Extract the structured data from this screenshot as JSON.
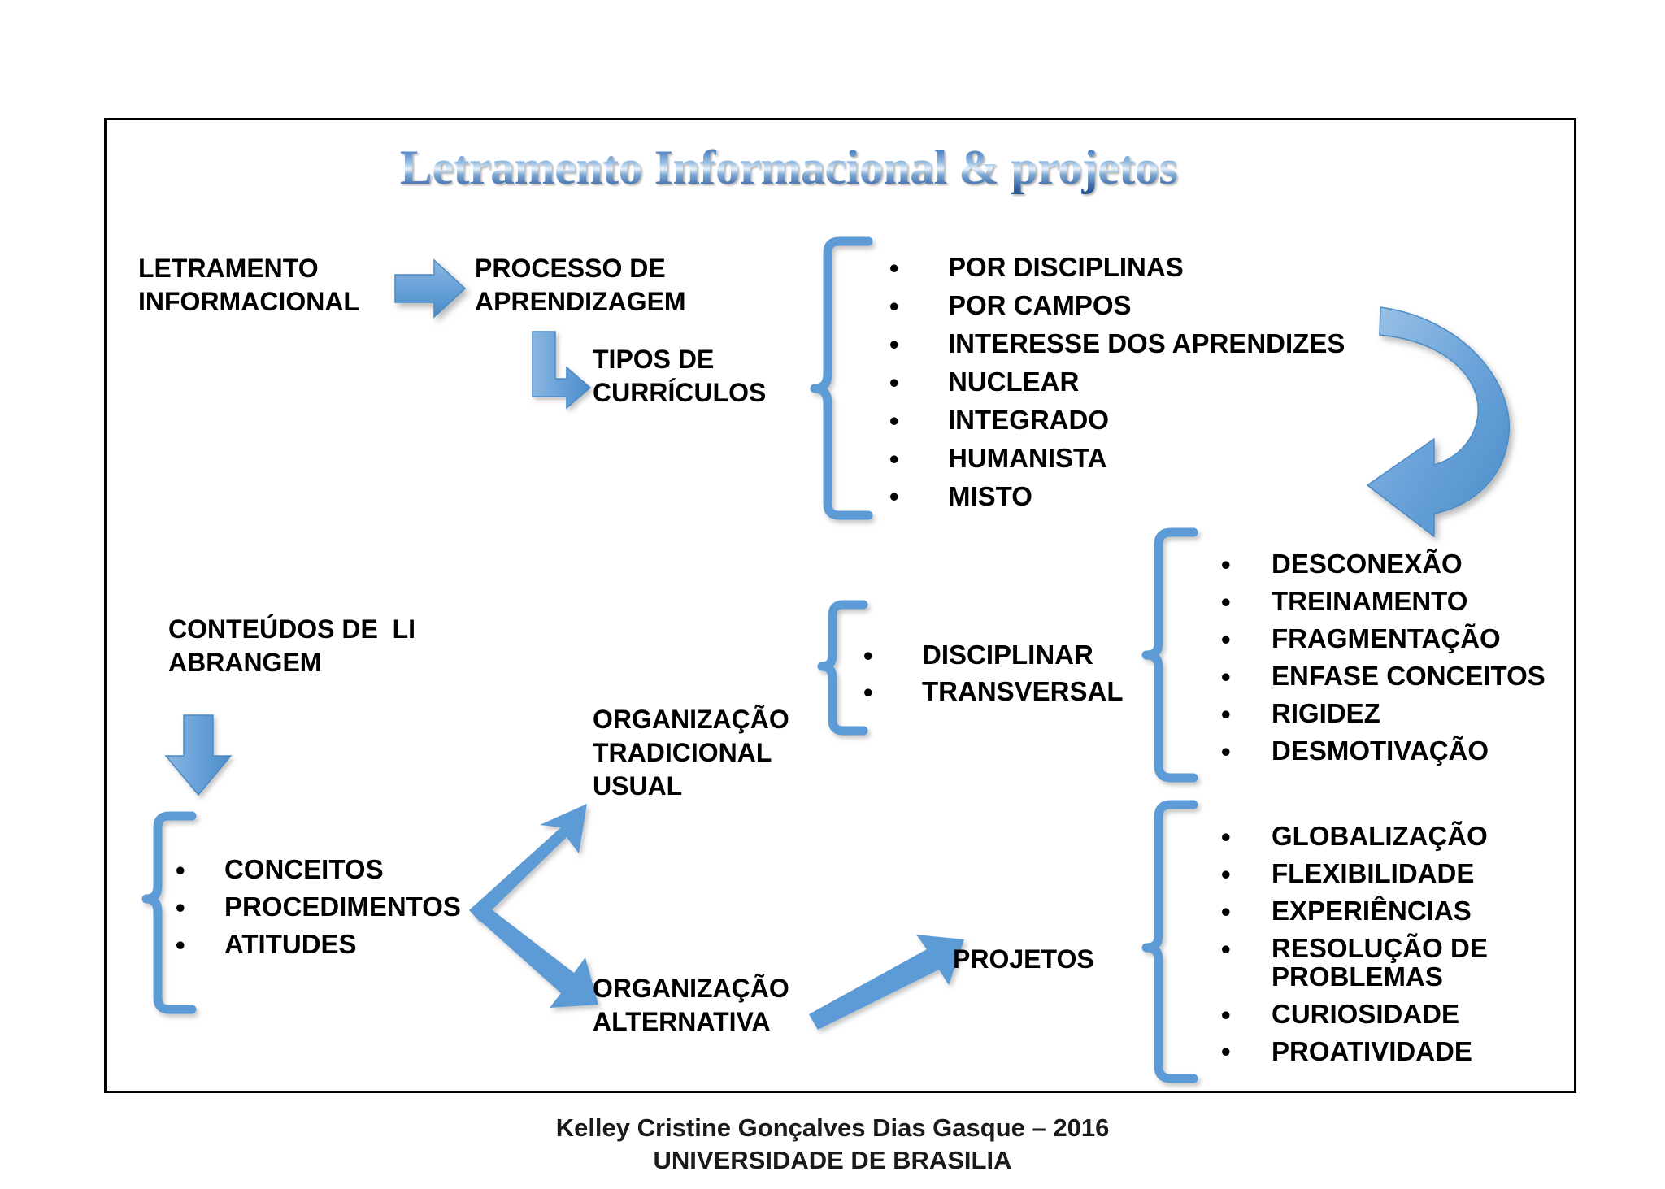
{
  "title": "Letramento Informacional & projetos",
  "nodes": {
    "letramento": "LETRAMENTO\nINFORMACIONAL",
    "processo": "PROCESSO DE\nAPRENDIZAGEM",
    "tipos": "TIPOS DE\nCURRÍCULOS",
    "conteudos": "CONTEÚDOS DE  LI\nABRANGEM",
    "org_tradicional": "ORGANIZAÇÃO\nTRADICIONAL\nUSUAL",
    "org_alternativa": "ORGANIZAÇÃO\nALTERNATIVA",
    "projetos": "PROJETOS"
  },
  "lists": {
    "curriculos": [
      "POR DISCIPLINAS",
      "POR CAMPOS",
      "INTERESSE DOS APRENDIZES",
      "NUCLEAR",
      "INTEGRADO",
      "HUMANISTA",
      "MISTO"
    ],
    "abordagens": [
      "DISCIPLINAR",
      "TRANSVERSAL"
    ],
    "conteudos_li": [
      "CONCEITOS",
      "PROCEDIMENTOS",
      "ATITUDES"
    ],
    "tradicional_efeitos": [
      "DESCONEXÃO",
      "TREINAMENTO",
      "FRAGMENTAÇÃO",
      "ENFASE CONCEITOS",
      "RIGIDEZ",
      "DESMOTIVAÇÃO"
    ],
    "projetos_efeitos": [
      "GLOBALIZAÇÃO",
      "FLEXIBILIDADE",
      "EXPERIÊNCIAS",
      "RESOLUÇÃO DE\nPROBLEMAS",
      "CURIOSIDADE",
      "PROATIVIDADE"
    ]
  },
  "footer": {
    "line1": "Kelley Cristine Gonçalves Dias Gasque – 2016",
    "line2": "UNIVERSIDADE DE BRASILIA"
  },
  "colors": {
    "accent": "#5b9bd5",
    "accent_dark": "#2e5c9e",
    "text": "#000000",
    "border": "#000000"
  }
}
